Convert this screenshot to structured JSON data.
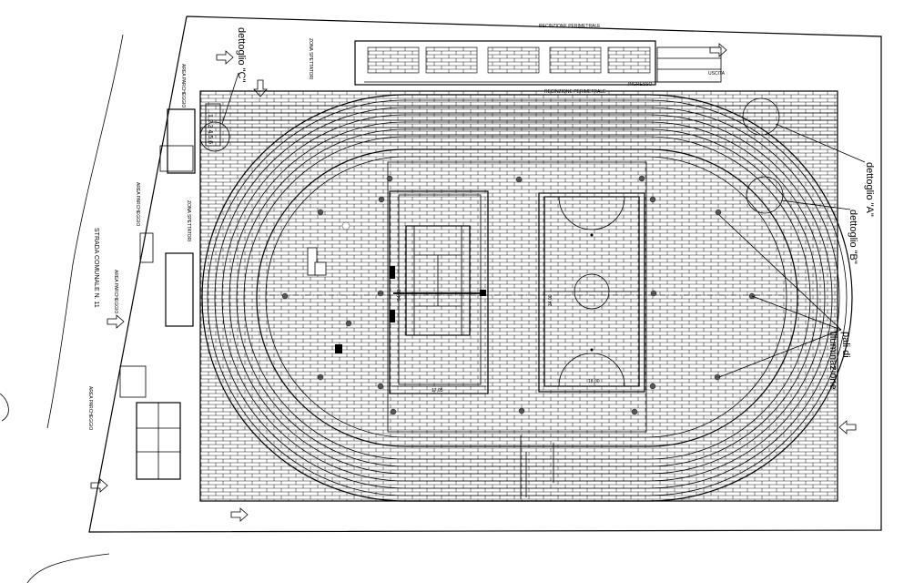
{
  "annotations": {
    "detail_c": "dettoglio \"C\"",
    "detail_a": "dettoglio \"A\"",
    "detail_b": "dettoglio \"B\"",
    "poles_line1": "pali di",
    "poles_line2": "illuminazione",
    "road": "STRADA COMUNALE N. 11",
    "lane_numbers": "1 2 3 4 5 6"
  },
  "dimensions": {
    "tennis_width": "17,05",
    "tennis_height": "34,33",
    "football_width": "18,00",
    "football_height": "34,00"
  },
  "small_labels": {
    "parking": "AREA PARCHEGGIO",
    "spectators_zone": "ZONA SPETTATORI",
    "perimeter": "RECINZIONE PERIMETRALE",
    "entrance": "INGRESSO",
    "exit": "USCITA"
  },
  "colors": {
    "line": "#000000",
    "background": "#ffffff",
    "dots": "#333333"
  }
}
